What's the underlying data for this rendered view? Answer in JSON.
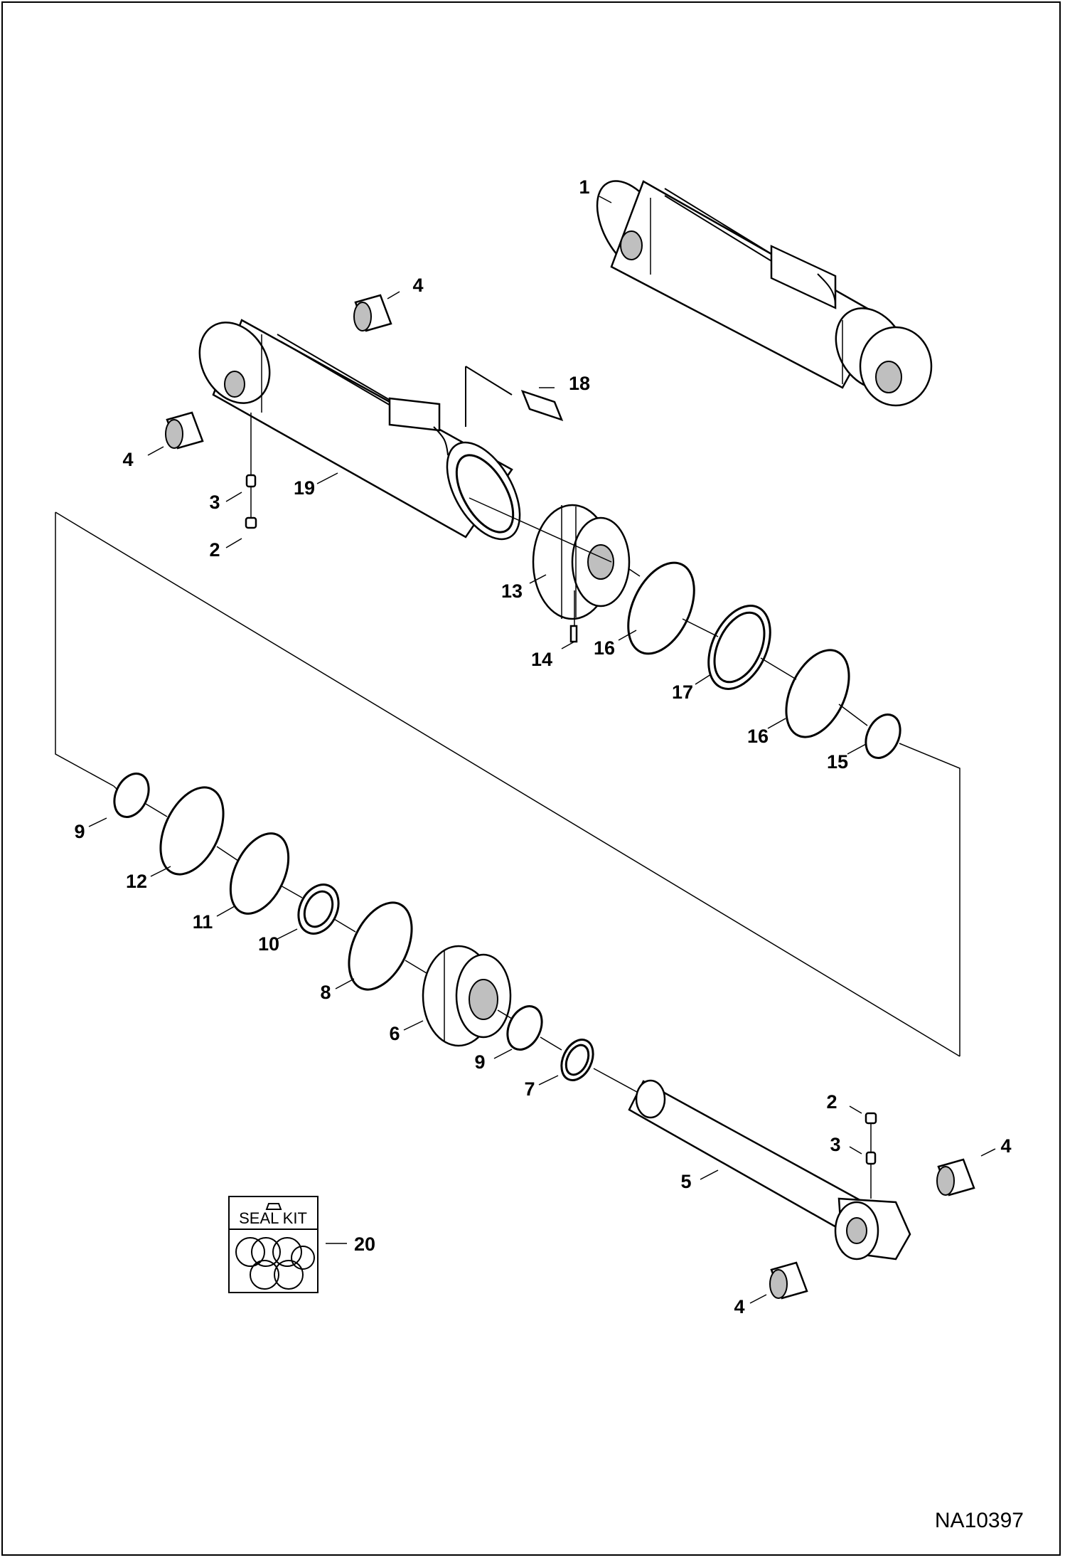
{
  "drawing_code": "NA10397",
  "seal_kit_label": "SEAL KIT",
  "callouts": {
    "c1": "1",
    "c4a": "4",
    "c18": "18",
    "c4b": "4",
    "c19": "19",
    "c3a": "3",
    "c2a": "2",
    "c13": "13",
    "c14": "14",
    "c16a": "16",
    "c17": "17",
    "c16b": "16",
    "c15": "15",
    "c9a": "9",
    "c12": "12",
    "c11": "11",
    "c10": "10",
    "c8": "8",
    "c6": "6",
    "c9b": "9",
    "c7": "7",
    "c2b": "2",
    "c3b": "3",
    "c4c": "4",
    "c5": "5",
    "c20": "20",
    "c4d": "4"
  }
}
